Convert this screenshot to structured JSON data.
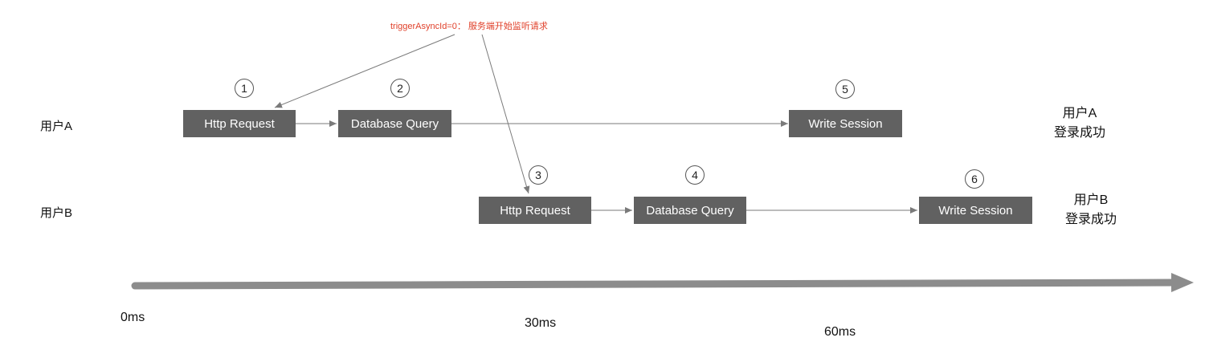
{
  "annotation": "triggerAsyncId=0：  服务端开始监听请求",
  "colors": {
    "box_fill": "#616161",
    "box_text": "#ffffff",
    "annotation": "#e0402a",
    "connector": "#7a7a7a",
    "timeline": "#8c8c8c"
  },
  "user_a": {
    "label": "用户A",
    "steps": [
      {
        "step": "1",
        "label": "Http Request"
      },
      {
        "step": "2",
        "label": "Database Query"
      },
      {
        "step": "5",
        "label": "Write Session"
      }
    ],
    "result_line1": "用户A",
    "result_line2": "登录成功"
  },
  "user_b": {
    "label": "用户B",
    "steps": [
      {
        "step": "3",
        "label": "Http Request"
      },
      {
        "step": "4",
        "label": "Database Query"
      },
      {
        "step": "6",
        "label": "Write Session"
      }
    ],
    "result_line1": "用户B",
    "result_line2": "登录成功"
  },
  "timeline": {
    "ticks": [
      "0ms",
      "30ms",
      "60ms"
    ]
  }
}
